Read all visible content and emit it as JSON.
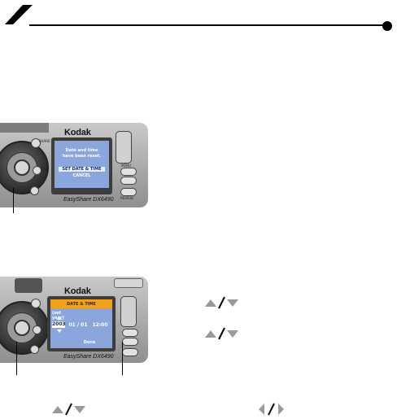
{
  "figure1": {
    "brand": "Kodak",
    "model": "EasyShare DX6490",
    "lcd_line1": "Date and time",
    "lcd_line2": "have been reset.",
    "menu_option1": "SET DATE & TIME",
    "menu_option2": "CANCEL"
  },
  "figure2": {
    "brand": "Kodak",
    "model": "EasyShare DX6490",
    "lcd_title": "DATE & TIME",
    "lcd_hint": "(set year)",
    "year": "2003",
    "month_day": "01 / 01",
    "time": "12:00",
    "done": "Done"
  },
  "icons": {
    "up_down": "up-down-arrow-icon",
    "left_right": "left-right-arrow-icon"
  }
}
